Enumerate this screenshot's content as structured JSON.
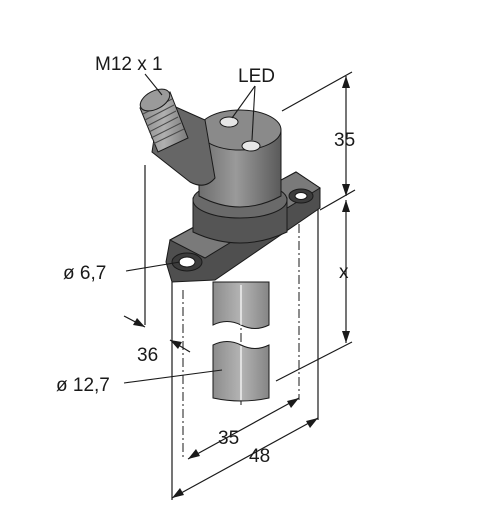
{
  "diagram": {
    "callouts": {
      "thread": "M12 x 1",
      "led": "LED",
      "hole_dia": "ø 6,7",
      "tube_dia": "ø 12,7"
    },
    "dimensions": {
      "top_height": "35",
      "body_height": "x",
      "side_offset": "36",
      "inner_width": "35",
      "outer_width": "48"
    },
    "colors": {
      "body_dark": "#4d4d4d",
      "body_mid": "#7a7a7a",
      "body_light": "#a6a6a6",
      "lines": "#1a1a1a"
    }
  }
}
